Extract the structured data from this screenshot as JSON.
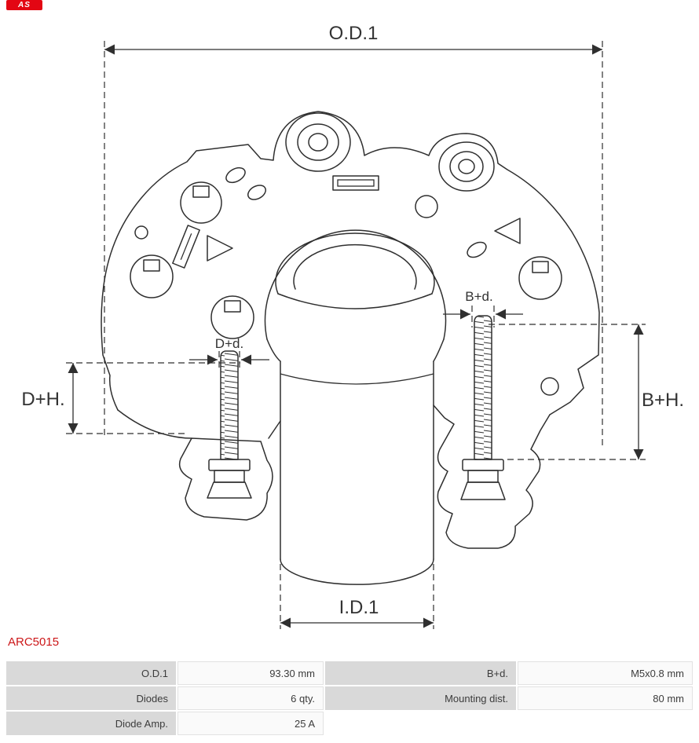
{
  "brand": {
    "logo_text": "AS"
  },
  "part_number": "ARC5015",
  "drawing": {
    "dim_labels": {
      "od1": "O.D.1",
      "id1": "I.D.1",
      "dh": "D+H.",
      "bh": "B+H.",
      "dd": "D+d.",
      "bd": "B+d."
    }
  },
  "spec_table": {
    "rows": [
      [
        "O.D.1",
        "93.30 mm",
        "B+d.",
        "M5x0.8 mm"
      ],
      [
        "Diodes",
        "6 qty.",
        "Mounting dist.",
        "80 mm"
      ],
      [
        "Diode Amp.",
        "25 A",
        "",
        ""
      ]
    ]
  },
  "colors": {
    "accent_red": "#cc1719",
    "logo_red": "#e30613",
    "line": "#2f2f2f",
    "label_cell_bg": "#d9d9d9",
    "value_cell_bg": "#fafafa"
  }
}
